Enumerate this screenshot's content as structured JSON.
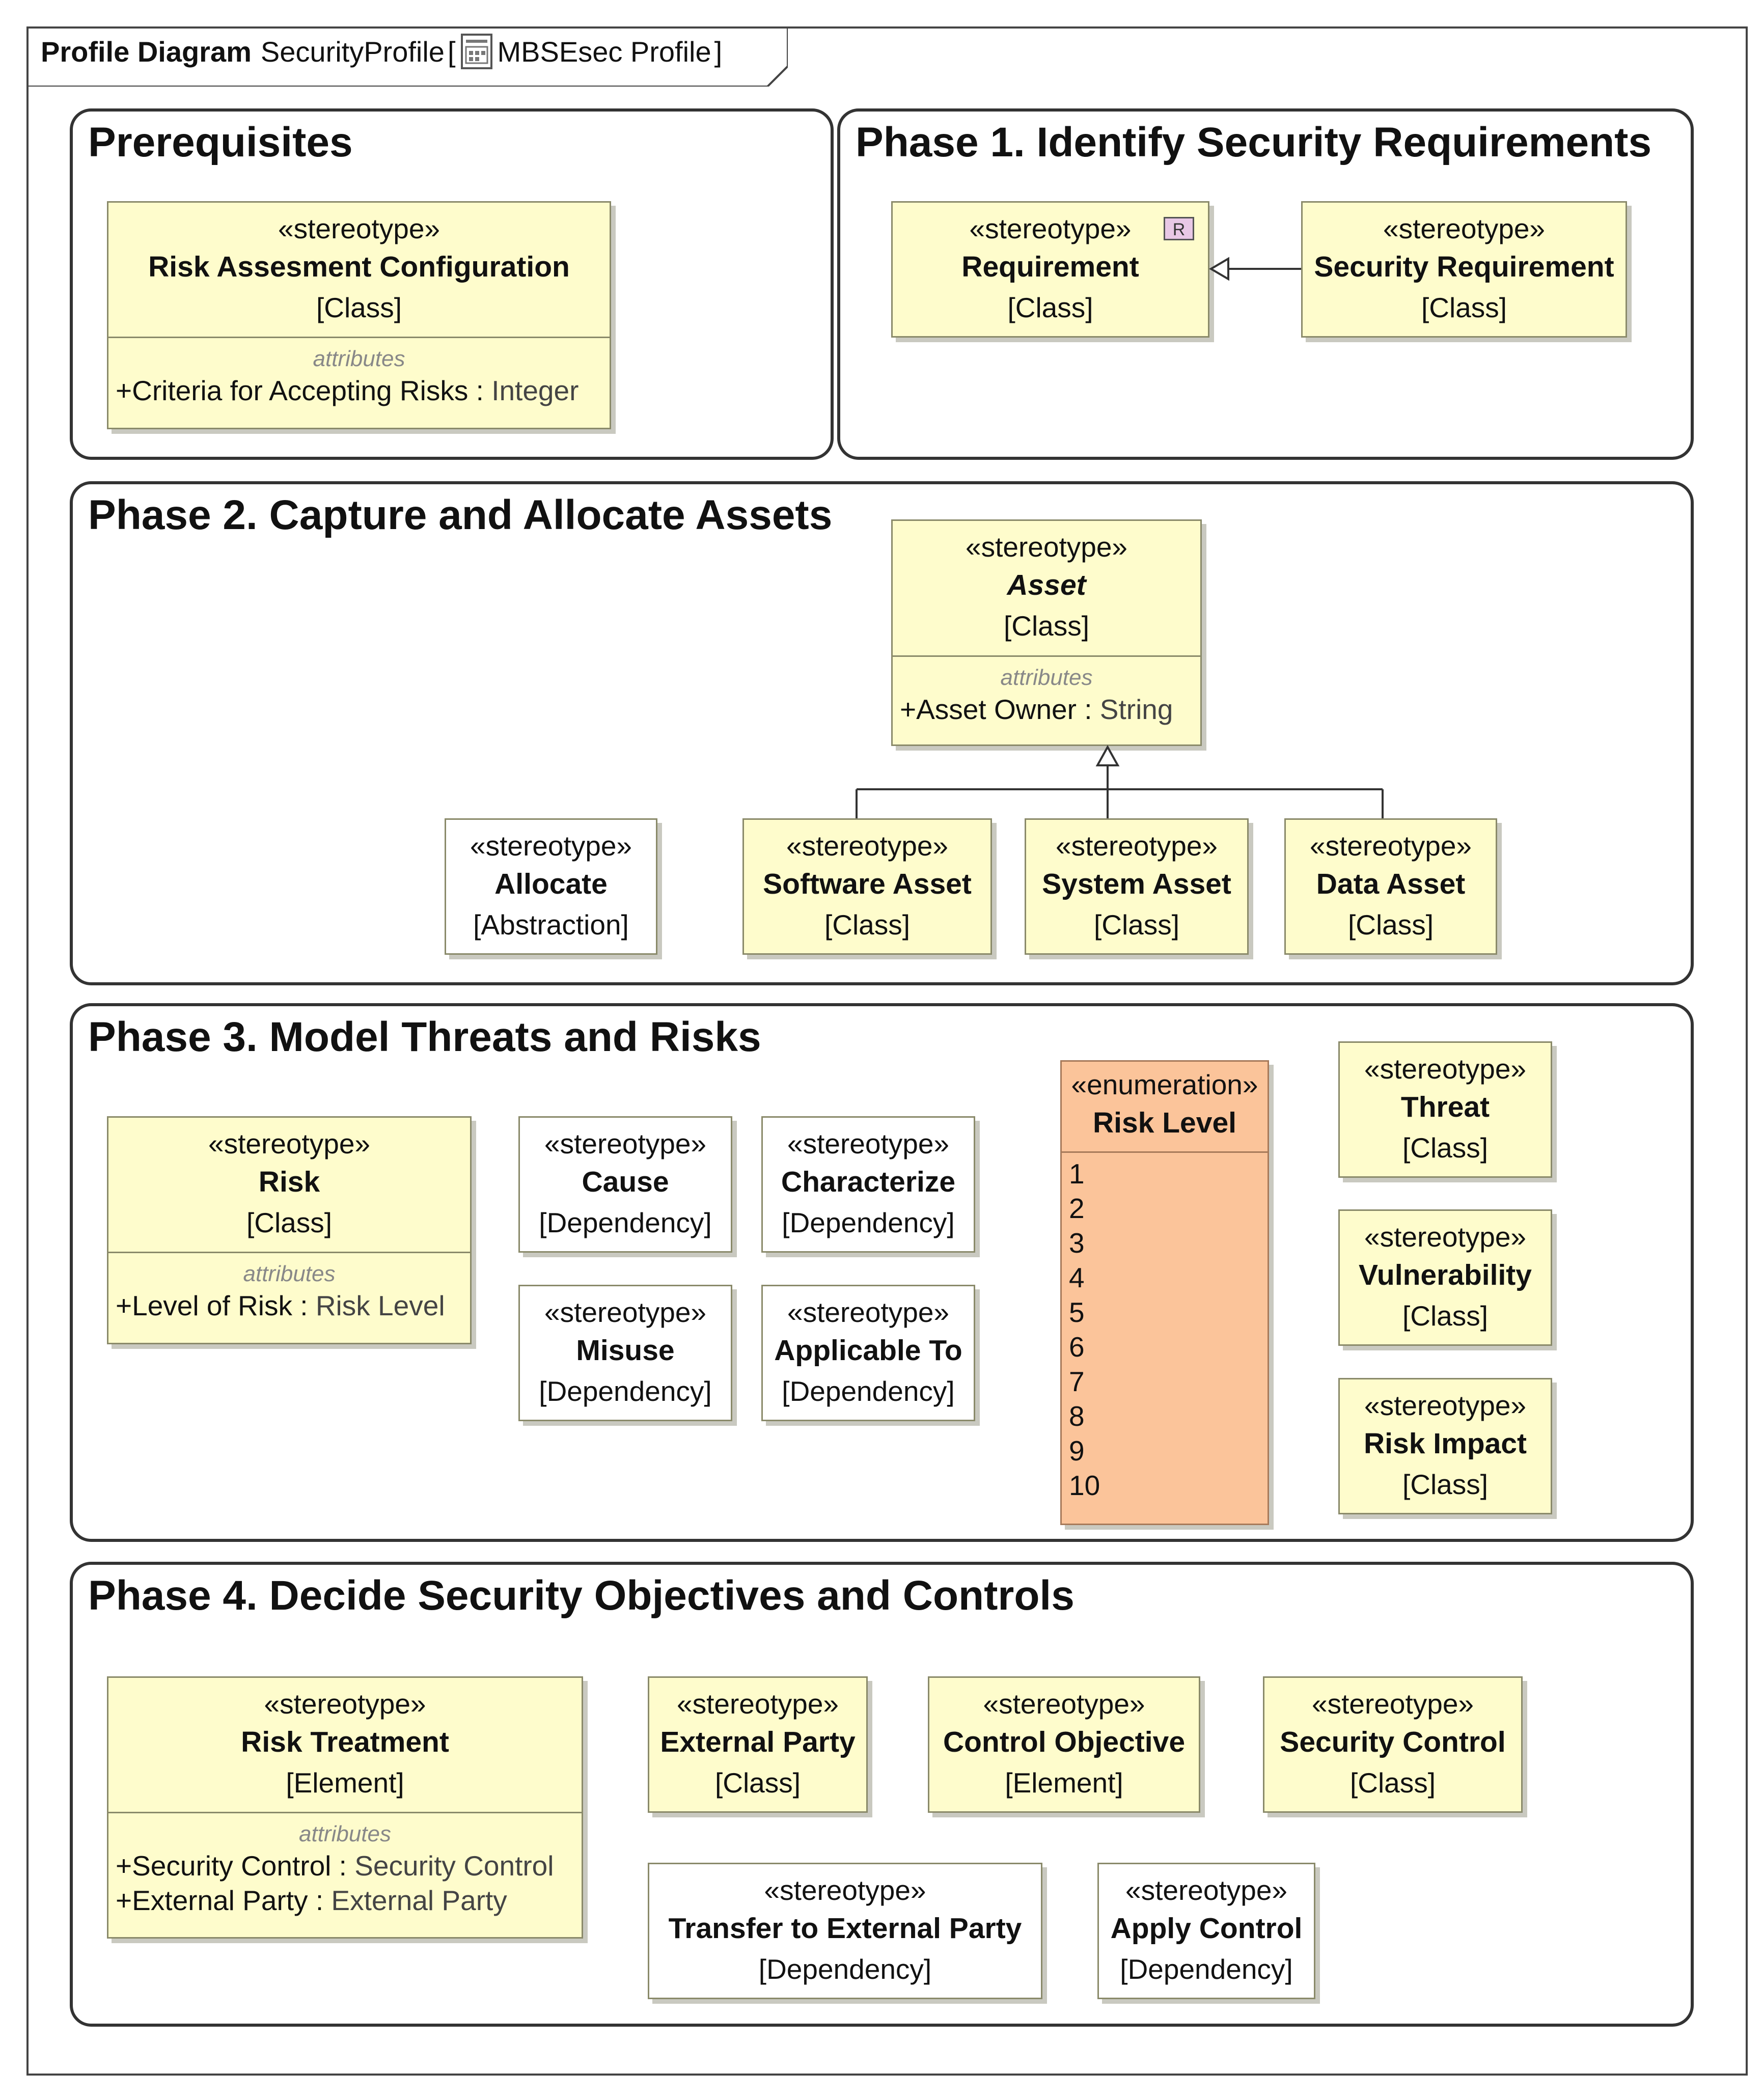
{
  "frame": {
    "kind": "Profile Diagram",
    "name": "SecurityProfile",
    "bracket_open": "[",
    "owner": "MBSEsec Profile",
    "bracket_close": "]",
    "owner_icon": "profile-document-icon"
  },
  "stereotype_label": "«stereotype»",
  "enumeration_label": "«enumeration»",
  "attributes_label": "attributes",
  "packages": {
    "prereq": {
      "title": "Prerequisites"
    },
    "phase1": {
      "title": "Phase 1. Identify Security Requirements"
    },
    "phase2": {
      "title": "Phase 2. Capture and Allocate Assets"
    },
    "phase3": {
      "title": "Phase 3. Model Threats and Risks"
    },
    "phase4": {
      "title": "Phase 4. Decide Security Objectives and Controls"
    }
  },
  "elements": {
    "risk_config": {
      "name": "Risk Assesment Configuration",
      "kind": "[Class]",
      "attr_name": "+Criteria for Accepting Risks",
      "attr_sep": " : ",
      "attr_type": "Integer"
    },
    "requirement": {
      "name": "Requirement",
      "kind": "[Class]",
      "badge": "R"
    },
    "security_requirement": {
      "name": "Security Requirement",
      "kind": "[Class]"
    },
    "asset": {
      "name": "Asset",
      "kind": "[Class]",
      "attr_name": "+Asset Owner",
      "attr_sep": " : ",
      "attr_type": "String"
    },
    "allocate": {
      "name": "Allocate",
      "kind": "[Abstraction]"
    },
    "software_asset": {
      "name": "Software Asset",
      "kind": "[Class]"
    },
    "system_asset": {
      "name": "System Asset",
      "kind": "[Class]"
    },
    "data_asset": {
      "name": "Data Asset",
      "kind": "[Class]"
    },
    "risk": {
      "name": "Risk",
      "kind": "[Class]",
      "attr_name": "+Level of Risk",
      "attr_sep": " : ",
      "attr_type": "Risk Level"
    },
    "cause": {
      "name": "Cause",
      "kind": "[Dependency]"
    },
    "characterize": {
      "name": "Characterize",
      "kind": "[Dependency]"
    },
    "misuse": {
      "name": "Misuse",
      "kind": "[Dependency]"
    },
    "applicable_to": {
      "name": "Applicable To",
      "kind": "[Dependency]"
    },
    "risk_level": {
      "name": "Risk Level",
      "literals": [
        "1",
        "2",
        "3",
        "4",
        "5",
        "6",
        "7",
        "8",
        "9",
        "10"
      ]
    },
    "threat": {
      "name": "Threat",
      "kind": "[Class]"
    },
    "vulnerability": {
      "name": "Vulnerability",
      "kind": "[Class]"
    },
    "risk_impact": {
      "name": "Risk Impact",
      "kind": "[Class]"
    },
    "risk_treatment": {
      "name": "Risk Treatment",
      "kind": "[Element]",
      "attr1_name": "+Security Control",
      "attr1_sep": " : ",
      "attr1_type": "Security Control",
      "attr2_name": "+External Party",
      "attr2_sep": " : ",
      "attr2_type": "External Party"
    },
    "external_party": {
      "name": "External Party",
      "kind": "[Class]"
    },
    "control_objective": {
      "name": "Control Objective",
      "kind": "[Element]"
    },
    "security_control": {
      "name": "Security Control",
      "kind": "[Class]"
    },
    "transfer": {
      "name": "Transfer to External Party",
      "kind": "[Dependency]"
    },
    "apply_control": {
      "name": "Apply Control",
      "kind": "[Dependency]"
    }
  },
  "colors": {
    "class_fill": "#fefccc",
    "dependency_fill": "#ffffff",
    "enumeration_fill": "#fbc49a",
    "package_border": "#333333"
  }
}
